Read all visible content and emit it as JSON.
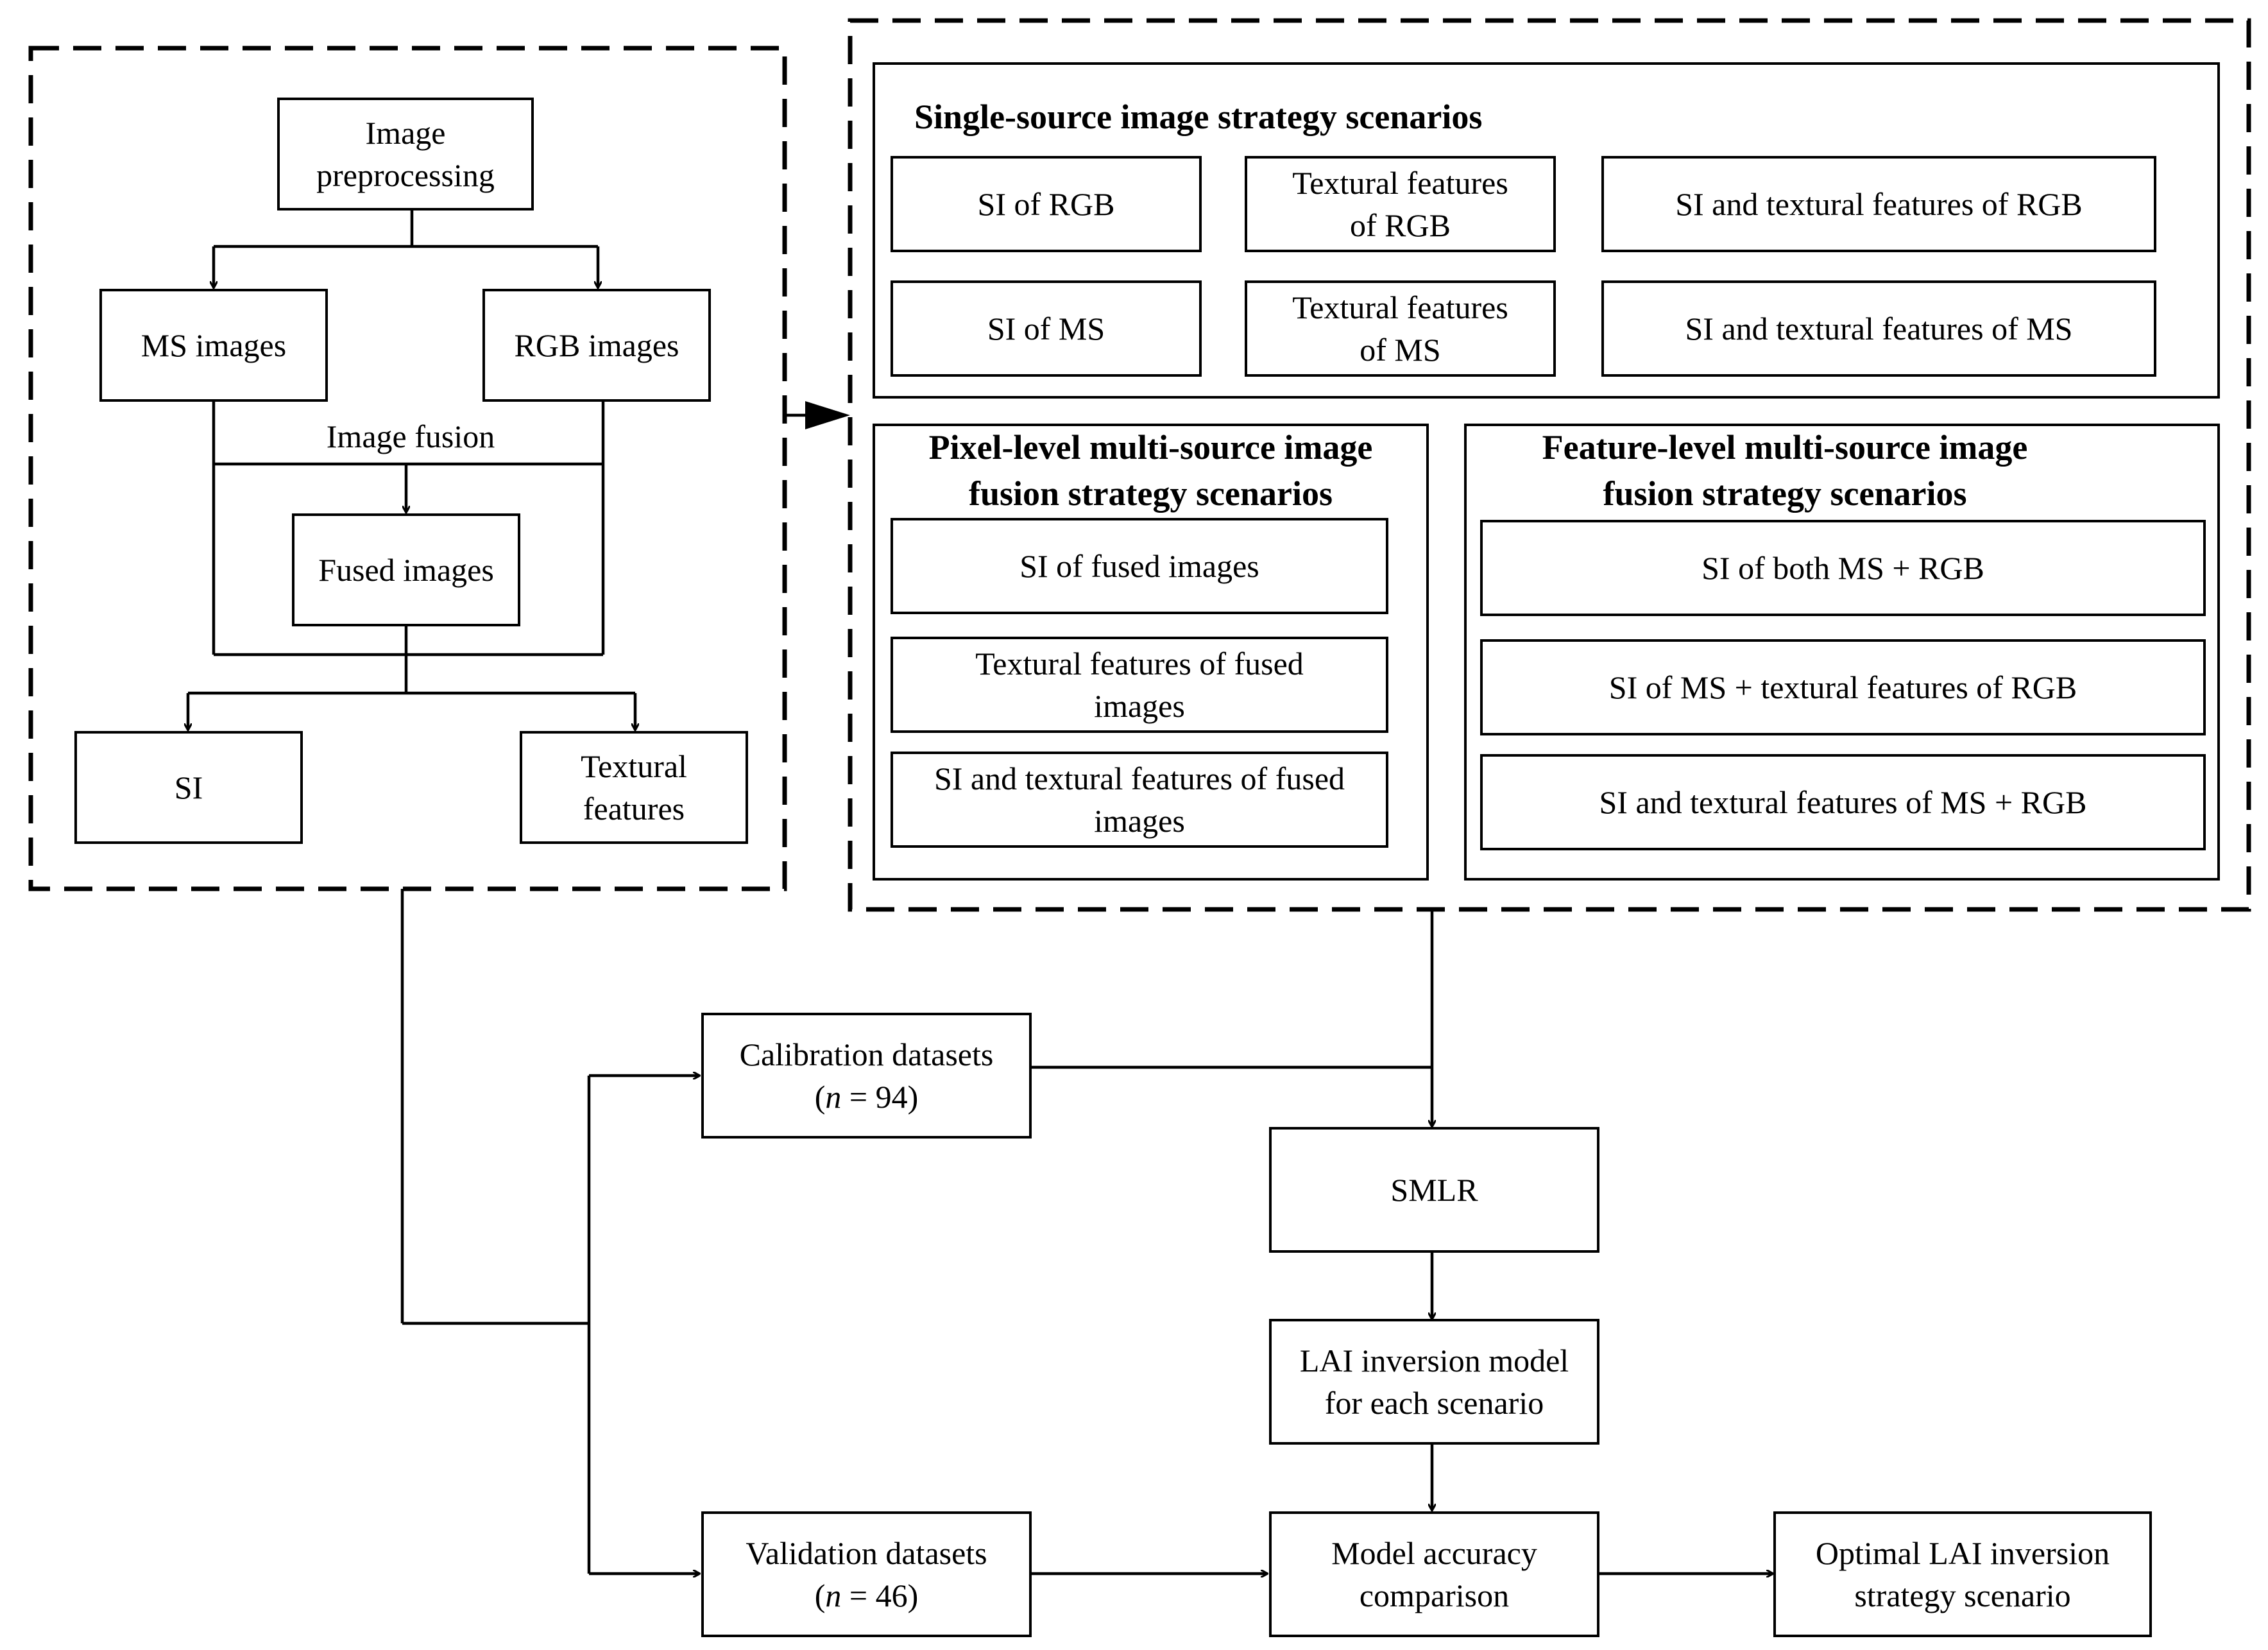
{
  "preprocessing": {
    "image_preprocessing": "Image\npreprocessing",
    "ms_images": "MS images",
    "rgb_images": "RGB images",
    "image_fusion": "Image fusion",
    "fused_images": "Fused images",
    "si": "SI",
    "textural_features": "Textural\nfeatures"
  },
  "single_source": {
    "heading": "Single-source image strategy scenarios",
    "items": [
      "SI of RGB",
      "Textural features\nof RGB",
      "SI and textural features of RGB",
      "SI of MS",
      "Textural features\nof MS",
      "SI and textural features of MS"
    ]
  },
  "pixel_level": {
    "heading": "Pixel-level multi-source image\nfusion strategy scenarios",
    "items": [
      "SI of fused images",
      "Textural features of fused\nimages",
      "SI and textural features of fused\nimages"
    ]
  },
  "feature_level": {
    "heading": "Feature-level multi-source image\nfusion strategy scenarios",
    "items": [
      "SI of both MS + RGB",
      "SI of MS + textural features of RGB",
      "SI and textural features of MS + RGB"
    ]
  },
  "workflow": {
    "calibration": "Calibration datasets",
    "calibration_n": "(n = 94)",
    "validation": "Validation datasets",
    "validation_n": "(n = 46)",
    "smlr": "SMLR",
    "lai_model": "LAI inversion model\nfor each scenario",
    "accuracy": "Model accuracy\ncomparison",
    "optimal": "Optimal LAI inversion\nstrategy scenario"
  }
}
